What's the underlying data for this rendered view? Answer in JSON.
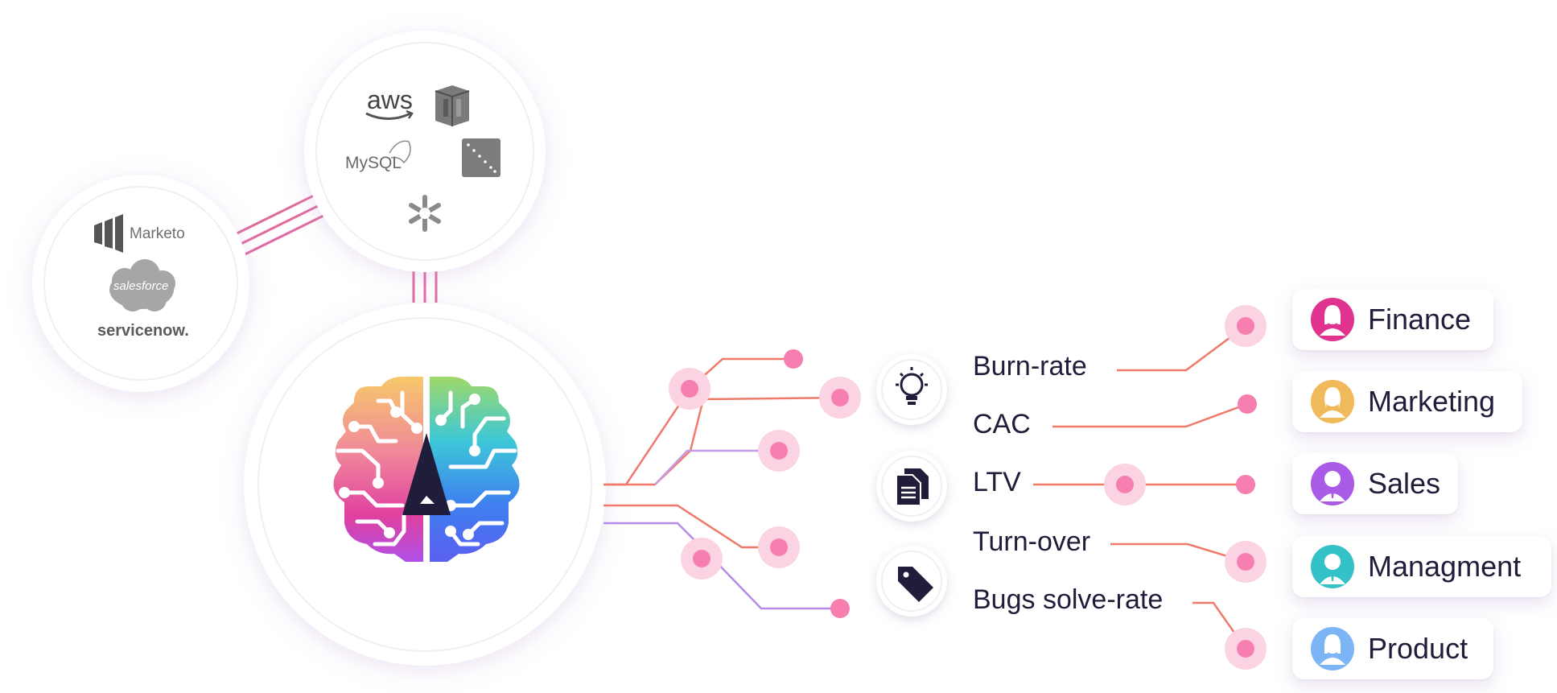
{
  "sources": {
    "crm_logos": [
      "Marketo",
      "salesforce",
      "servicenow."
    ],
    "database_logos": [
      "aws",
      "MySQL"
    ]
  },
  "metrics": [
    {
      "label": "Burn-rate"
    },
    {
      "label": "CAC"
    },
    {
      "label": "LTV"
    },
    {
      "label": "Turn-over"
    },
    {
      "label": "Bugs solve-rate"
    }
  ],
  "departments": [
    {
      "label": "Finance",
      "color": "#e0338f"
    },
    {
      "label": "Marketing",
      "color": "#f0b95a"
    },
    {
      "label": "Sales",
      "color": "#a95ae6"
    },
    {
      "label": "Managment",
      "color": "#34c1c8"
    },
    {
      "label": "Product",
      "color": "#7cb5f5"
    }
  ],
  "category_icons": [
    "lightbulb-icon",
    "document-icon",
    "tag-icon"
  ],
  "colors": {
    "connector_pink": "#e06aa0",
    "connector_orange": "#f07a6a",
    "connector_purple": "#b68ae6",
    "node_pink": "#f77fb0",
    "node_halo": "#fbd3e3",
    "text_dark": "#1f1d3a",
    "brain_gradient": [
      "#f7c86a",
      "#f08abf",
      "#b04fe8",
      "#3f7ef0",
      "#3cc7d8",
      "#9fd96a"
    ]
  }
}
